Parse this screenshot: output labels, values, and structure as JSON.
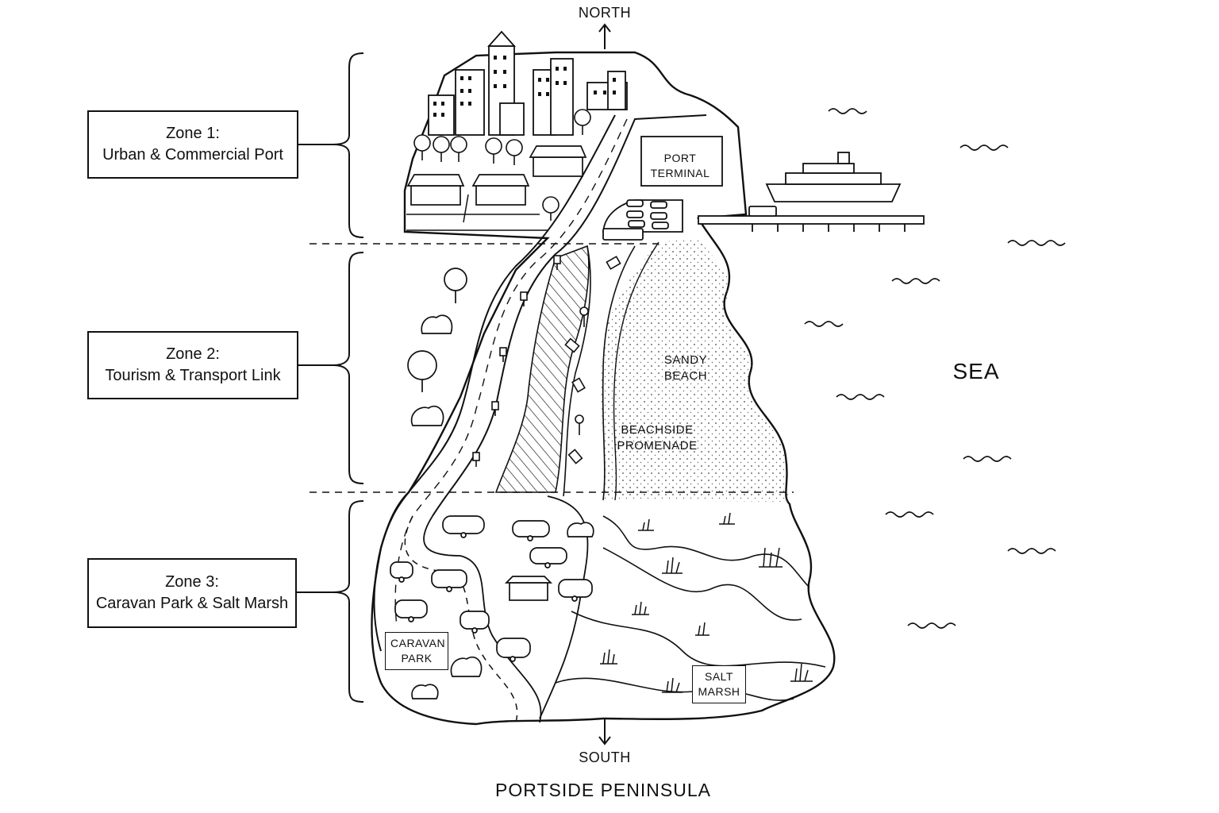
{
  "map": {
    "title": "PORTSIDE PENINSULA",
    "compass": {
      "north": "NORTH",
      "south": "SOUTH"
    },
    "sea_label": "SEA"
  },
  "zones": [
    {
      "line1": "Zone 1:",
      "line2": "Urban & Commercial Port"
    },
    {
      "line1": "Zone 2:",
      "line2": "Tourism & Transport Link"
    },
    {
      "line1": "Zone 3:",
      "line2": "Caravan Park & Salt Marsh"
    }
  ],
  "places": {
    "port_terminal": {
      "line1": "PORT",
      "line2": "TERMINAL"
    },
    "sandy_beach": {
      "line1": "SANDY",
      "line2": "BEACH"
    },
    "promenade": {
      "line1": "BEACHSIDE",
      "line2": "PROMENADE"
    },
    "caravan_park": {
      "line1": "CARAVAN",
      "line2": "PARK"
    },
    "salt_marsh": {
      "line1": "SALT",
      "line2": "MARSH"
    }
  },
  "colors": {
    "ink": "#111111",
    "paper": "#ffffff"
  },
  "icons": [
    "tree-icon",
    "bush-icon",
    "building-icon",
    "house-icon",
    "car-icon",
    "bus-icon",
    "ferry-icon",
    "bench-icon",
    "lamp-icon",
    "caravan-icon",
    "reed-icon",
    "arrow-up-icon",
    "arrow-down-icon"
  ]
}
